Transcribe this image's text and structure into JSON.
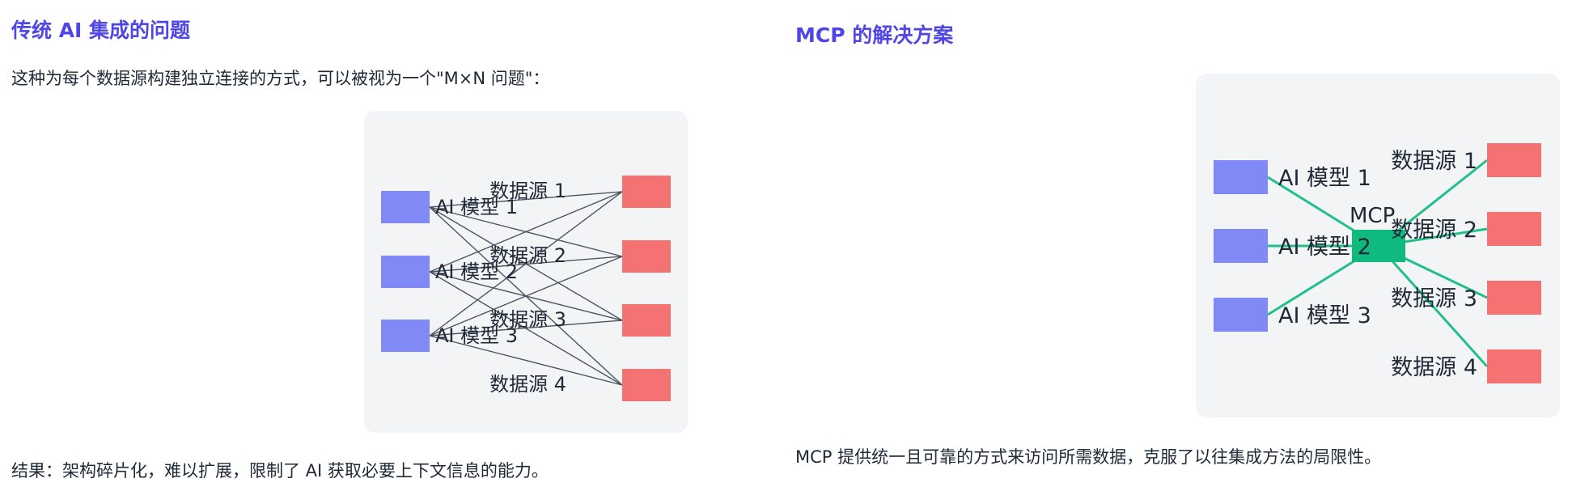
{
  "left": {
    "title": "传统 AI 集成的问题",
    "intro": "这种为每个数据源构建独立连接的方式，可以被视为一个\"M×N 问题\"：",
    "result": "结果：架构碎片化，难以扩展，限制了 AI 获取必要上下文信息的能力。",
    "models": [
      "AI 模型 1",
      "AI 模型 2",
      "AI 模型 3"
    ],
    "sources": [
      "数据源 1",
      "数据源 2",
      "数据源 3",
      "数据源 4"
    ]
  },
  "right": {
    "title": "MCP 的解决方案",
    "conclusion": "MCP 提供统一且可靠的方式来访问所需数据，克服了以往集成方法的局限性。",
    "hub_label": "MCP",
    "models": [
      "AI 模型 1",
      "AI 模型 2",
      "AI 模型 3"
    ],
    "sources": [
      "数据源 1",
      "数据源 2",
      "数据源 3",
      "数据源 4"
    ]
  },
  "colors": {
    "heading": "#4f46e5",
    "model_box": "#8189f7",
    "source_box": "#f47272",
    "hub_box": "#10b97e",
    "mesh_line": "#4b5563",
    "hub_line": "#22c088",
    "panel_bg": "#f3f4f6"
  }
}
